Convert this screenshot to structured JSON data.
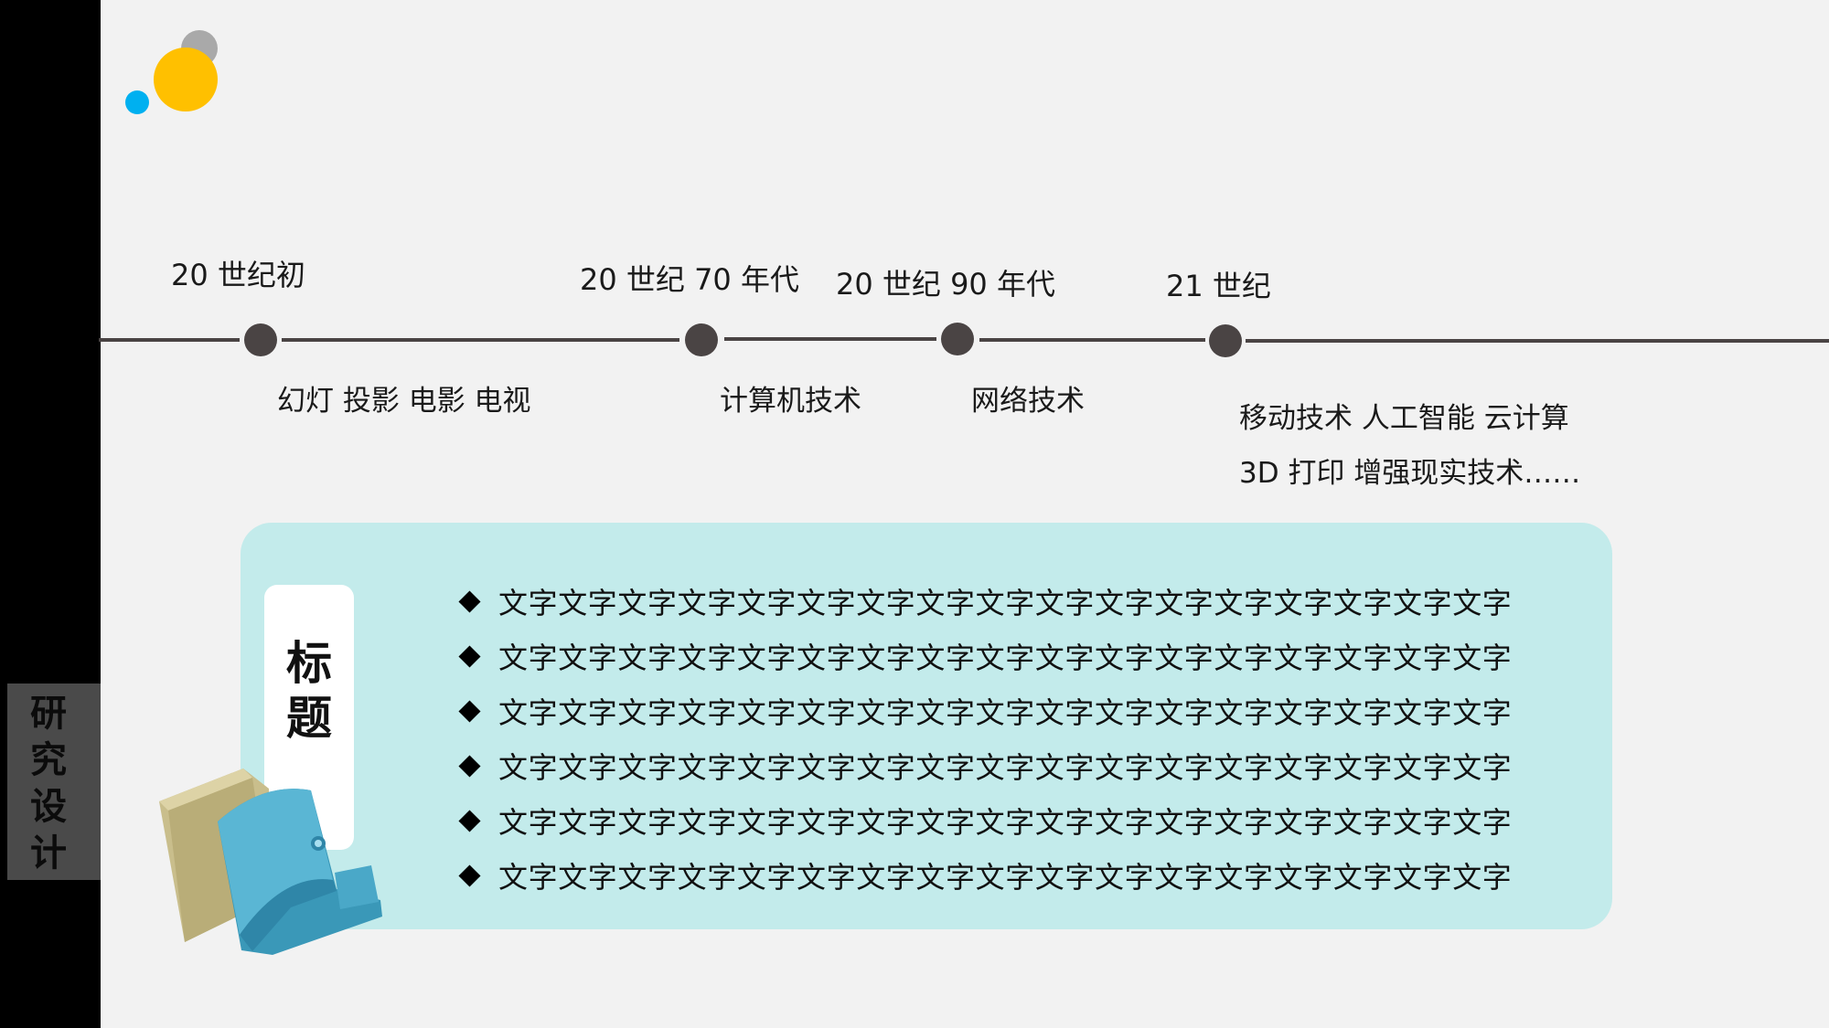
{
  "sidebar": {
    "section_label": "研究设计"
  },
  "decor_colors": {
    "gray": "#a9a9a9",
    "yellow": "#ffc000",
    "blue": "#00b0f0"
  },
  "timeline": [
    {
      "era": "20 世纪初",
      "description": "幻灯   投影  电影  电视"
    },
    {
      "era": "20 世纪 70 年代",
      "description": "计算机技术"
    },
    {
      "era": "20 世纪 90 年代",
      "description": "网络技术"
    },
    {
      "era": "21 世纪",
      "description_line1": "移动技术  人工智能  云计算",
      "description_line2": "3D 打印  增强现实技术……"
    }
  ],
  "panel": {
    "title": "标题",
    "bullets": [
      "文字文字文字文字文字文字文字文字文字文字文字文字文字文字文字文字文字",
      "文字文字文字文字文字文字文字文字文字文字文字文字文字文字文字文字文字",
      "文字文字文字文字文字文字文字文字文字文字文字文字文字文字文字文字文字",
      "文字文字文字文字文字文字文字文字文字文字文字文字文字文字文字文字文字",
      "文字文字文字文字文字文字文字文字文字文字文字文字文字文字文字文字文字",
      "文字文字文字文字文字文字文字文字文字文字文字文字文字文字文字文字文字"
    ],
    "bg_color": "#c3ebeb",
    "illustration_icon": "folder-icon"
  }
}
